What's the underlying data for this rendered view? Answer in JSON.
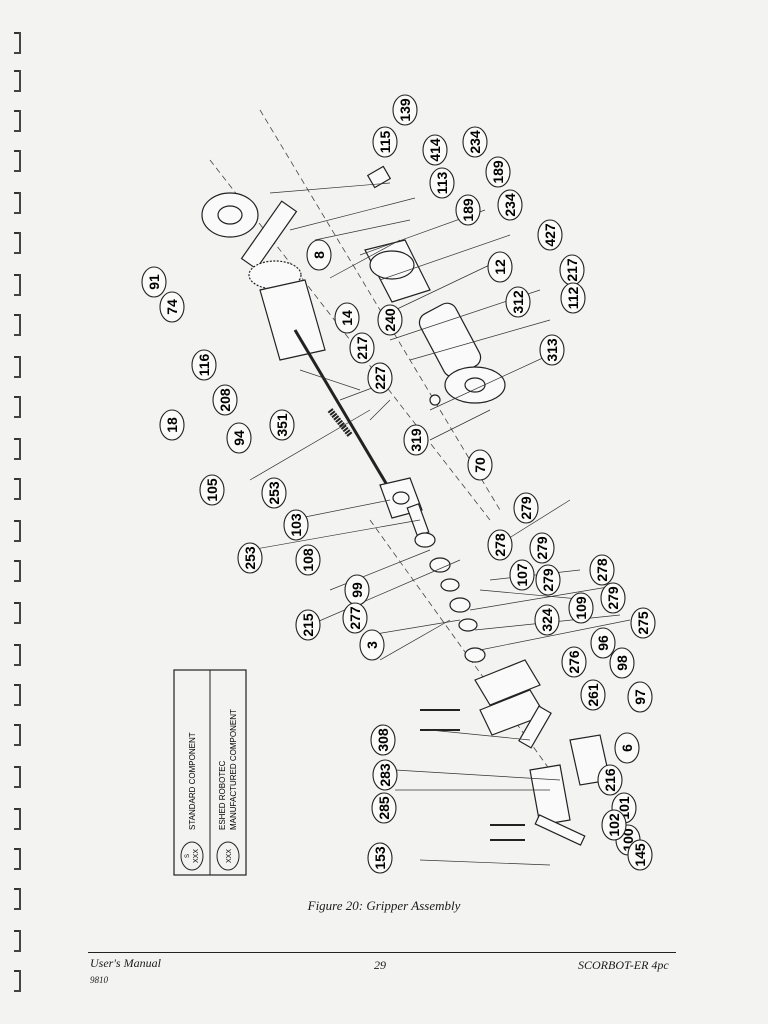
{
  "figure": {
    "caption": "Figure 20: Gripper Assembly",
    "part_numbers": [
      "139",
      "115",
      "414",
      "234",
      "113",
      "189",
      "189",
      "234",
      "91",
      "8",
      "74",
      "427",
      "12",
      "217",
      "312",
      "112",
      "240",
      "14",
      "116",
      "217",
      "227",
      "313",
      "208",
      "18",
      "94",
      "351",
      "319",
      "70",
      "105",
      "253",
      "103",
      "279",
      "278",
      "253",
      "108",
      "107",
      "279",
      "99",
      "279",
      "278",
      "215",
      "277",
      "324",
      "109",
      "279",
      "3",
      "275",
      "96",
      "276",
      "98",
      "261",
      "97",
      "308",
      "283",
      "6",
      "285",
      "216",
      "101",
      "100",
      "102",
      "145",
      "153"
    ],
    "legend": {
      "standard_symbol": "XXX",
      "standard_prefix": "S",
      "standard_label": "STANDARD COMPONENT",
      "eshed_symbol": "XXX",
      "eshed_label_line1": "ESHED ROBOTEC",
      "eshed_label_line2": "MANUFACTURED COMPONENT"
    }
  },
  "footer": {
    "left_title": "User's Manual",
    "left_sub": "9810",
    "page_number": "29",
    "right_title": "SCORBOT-ER 4pc"
  }
}
